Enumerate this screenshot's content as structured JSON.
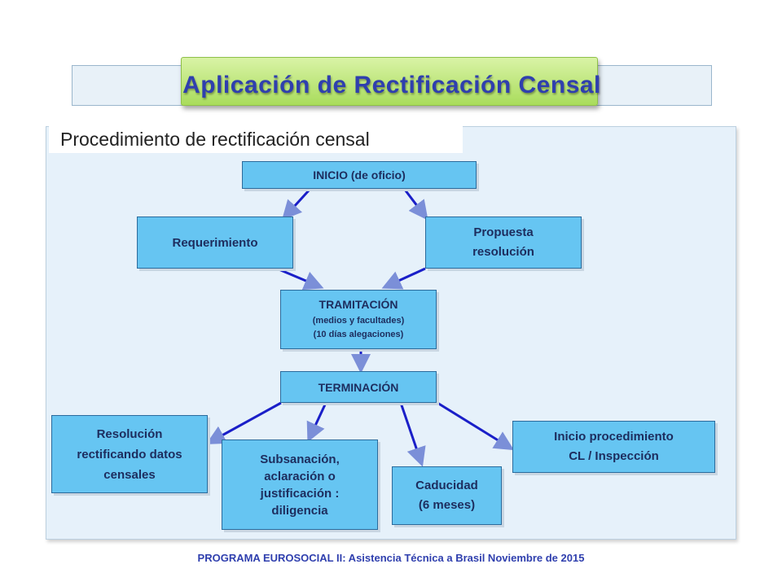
{
  "title": "Aplicación de Rectificación Censal",
  "subtitle": "Procedimiento de rectificación censal",
  "nodes": {
    "inicio": "INICIO (de oficio)",
    "requerimiento": "Requerimiento",
    "propuesta": [
      "Propuesta",
      "resolución"
    ],
    "tramitacion": [
      "TRAMITACIÓN",
      "(medios y facultades)",
      "(10 días alegaciones)"
    ],
    "terminacion": "TERMINACIÓN",
    "resolucion": [
      "Resolución",
      "rectificando datos",
      "censales"
    ],
    "subsanacion": [
      "Subsanación,",
      "aclaración o",
      "justificación :",
      "diligencia"
    ],
    "caducidad": [
      "Caducidad",
      "(6 meses)"
    ],
    "inicio_cl": [
      "Inicio procedimiento",
      "CL / Inspección"
    ]
  },
  "footer": "PROGRAMA EUROSOCIAL II: Asistencia Técnica a  Brasil Noviembre de 2015",
  "colors": {
    "box_fill": "#66c5f2",
    "arrow": "#1a1fc8",
    "title_text": "#2f3fae",
    "banner": "#a9dc5c"
  }
}
